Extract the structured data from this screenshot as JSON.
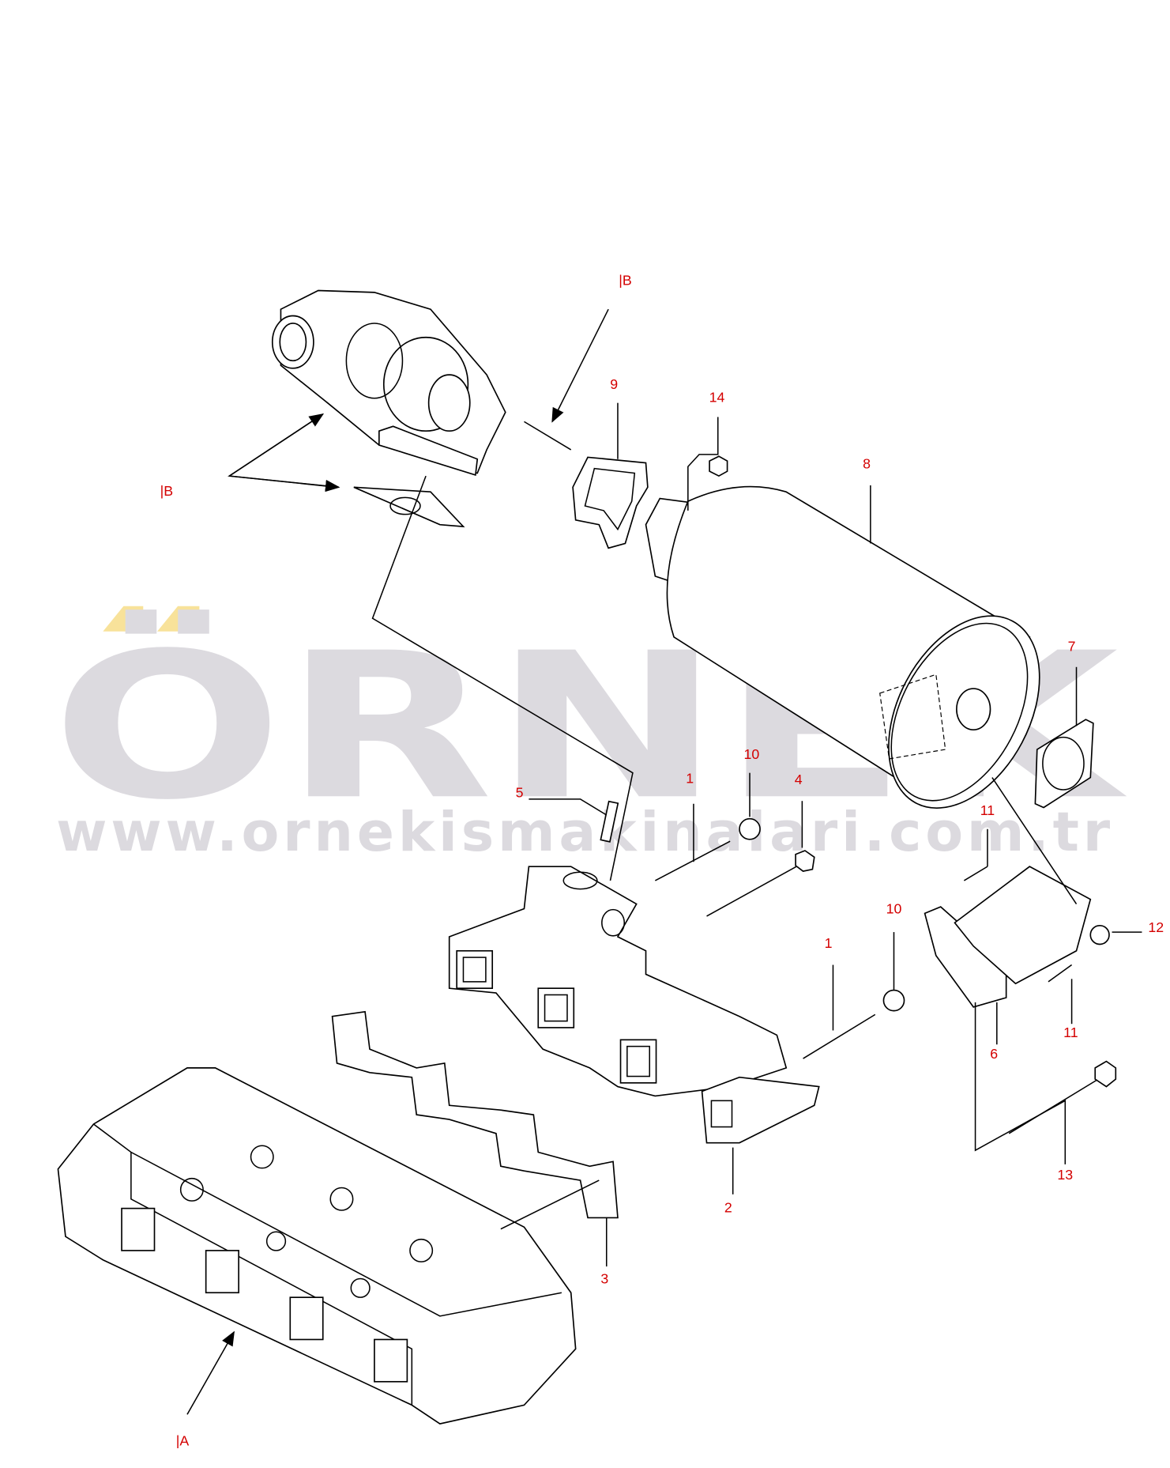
{
  "watermark": {
    "brand": "ÖRNEK",
    "url": "www.ornekismakinalari.com.tr",
    "accent_color": "#f8e29a",
    "text_color": "#dcdadf"
  },
  "callouts": [
    "|B",
    "9",
    "14",
    "8",
    "|B",
    "7",
    "10",
    "1",
    "4",
    "5",
    "11",
    "10",
    "12",
    "1",
    "11",
    "6",
    "13",
    "2",
    "3",
    "|A"
  ],
  "callout_color": "#d40000"
}
